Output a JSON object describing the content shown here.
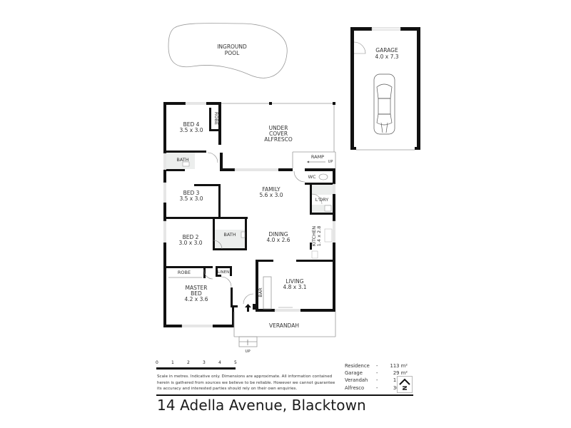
{
  "property": {
    "address": "14 Adella Avenue, Blacktown"
  },
  "rooms": {
    "pool": {
      "line1": "INGROUND",
      "line2": "POOL"
    },
    "garage": {
      "name": "GARAGE",
      "size": "4.0 x 7.3"
    },
    "bed4": {
      "name": "BED 4",
      "size": "3.5 x 3.0"
    },
    "bed4_robe": {
      "name": "ROBE"
    },
    "alfresco": {
      "line1": "UNDER",
      "line2": "COVER",
      "line3": "ALFRESCO"
    },
    "ramp": {
      "name": "RAMP",
      "up": "UP"
    },
    "bath_top": {
      "name": "BATH"
    },
    "wc": {
      "name": "WC"
    },
    "bed3": {
      "name": "BED 3",
      "size": "3.5 x 3.0"
    },
    "family": {
      "name": "FAMILY",
      "size": "5.6 x 3.0"
    },
    "laundry": {
      "name": "L'DRY"
    },
    "bath_mid": {
      "name": "BATH"
    },
    "bed2": {
      "name": "BED 2",
      "size": "3.0 x 3.0"
    },
    "dining": {
      "name": "DINING",
      "size": "4.0 x 2.6"
    },
    "kitchen": {
      "name": "KITCHEN",
      "size": "1.4 x 2.8"
    },
    "master_robe": {
      "name": "ROBE"
    },
    "linen": {
      "name": "LINEN"
    },
    "master": {
      "line1": "MASTER",
      "line2": "BED",
      "size": "4.2 x 3.6"
    },
    "bar": {
      "name": "BAR"
    },
    "living": {
      "name": "LIVING",
      "size": "4.8 x 3.1"
    },
    "verandah": {
      "name": "VERANDAH"
    },
    "entry_up": {
      "name": "UP"
    }
  },
  "scale": {
    "ticks": [
      "0",
      "1",
      "2",
      "3",
      "4",
      "5"
    ],
    "unit_note": "Scale in metres."
  },
  "disclaimer": "Scale in metres. Indicative only. Dimensions are approximate.  All information contained herein is gathered from sources we believe to be reliable. However we cannot guarantee its accuracy and interested parties should rely on their own enquiries.",
  "areas": [
    {
      "label": "Residence",
      "value": "113 m²"
    },
    {
      "label": "Garage",
      "value": "29 m²"
    },
    {
      "label": "Verandah",
      "value": "11 m²"
    },
    {
      "label": "Alfresco",
      "value": "30 m²"
    }
  ],
  "compass": {
    "label": "N"
  }
}
